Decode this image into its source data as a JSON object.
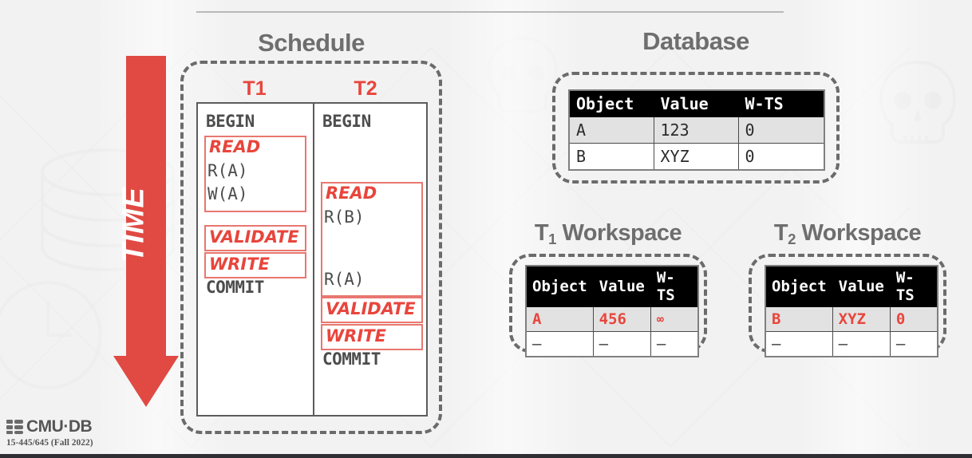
{
  "slide": {
    "background_color": "#f2f2f2",
    "accent_red": "#e8453c",
    "dash_gray": "#6b6b6b"
  },
  "time_arrow": {
    "label": "TIME",
    "color": "#e04a43",
    "direction": "down"
  },
  "schedule": {
    "title": "Schedule",
    "transactions": [
      {
        "name": "T",
        "subscript": "1",
        "operations": [
          {
            "text": "BEGIN",
            "kind": "stmt"
          },
          {
            "text": "READ",
            "kind": "phase"
          },
          {
            "text": "R(A)",
            "kind": "stmt"
          },
          {
            "text": "W(A)",
            "kind": "stmt"
          },
          {
            "text": "VALIDATE",
            "kind": "phase"
          },
          {
            "text": "WRITE",
            "kind": "phase"
          },
          {
            "text": "COMMIT",
            "kind": "stmt"
          }
        ]
      },
      {
        "name": "T",
        "subscript": "2",
        "operations": [
          {
            "text": "BEGIN",
            "kind": "stmt"
          },
          {
            "text": "READ",
            "kind": "phase"
          },
          {
            "text": "R(B)",
            "kind": "stmt"
          },
          {
            "text": "R(A)",
            "kind": "stmt"
          },
          {
            "text": "VALIDATE",
            "kind": "phase"
          },
          {
            "text": "WRITE",
            "kind": "phase"
          },
          {
            "text": "COMMIT",
            "kind": "stmt"
          }
        ]
      }
    ]
  },
  "database": {
    "title": "Database",
    "columns": [
      "Object",
      "Value",
      "W-TS"
    ],
    "rows": [
      {
        "cells": [
          "A",
          "123",
          "0"
        ],
        "highlight": true,
        "red": false
      },
      {
        "cells": [
          "B",
          "XYZ",
          "0"
        ],
        "highlight": false,
        "red": false
      }
    ]
  },
  "workspace_t1": {
    "title_prefix": "T",
    "title_sub": "1",
    "title_suffix": " Workspace",
    "columns": [
      "Object",
      "Value",
      "W-TS"
    ],
    "rows": [
      {
        "cells": [
          "A",
          "456",
          "∞"
        ],
        "highlight": true,
        "red": true
      },
      {
        "cells": [
          "–",
          "–",
          "–"
        ],
        "highlight": false,
        "red": false
      }
    ]
  },
  "workspace_t2": {
    "title_prefix": "T",
    "title_sub": "2",
    "title_suffix": " Workspace",
    "columns": [
      "Object",
      "Value",
      "W-TS"
    ],
    "rows": [
      {
        "cells": [
          "B",
          "XYZ",
          "0"
        ],
        "highlight": true,
        "red": true
      },
      {
        "cells": [
          "–",
          "–",
          "–"
        ],
        "highlight": false,
        "red": false
      }
    ]
  },
  "footer": {
    "brand": "CMU·DB",
    "course": "15-445/645 (Fall 2022)"
  }
}
